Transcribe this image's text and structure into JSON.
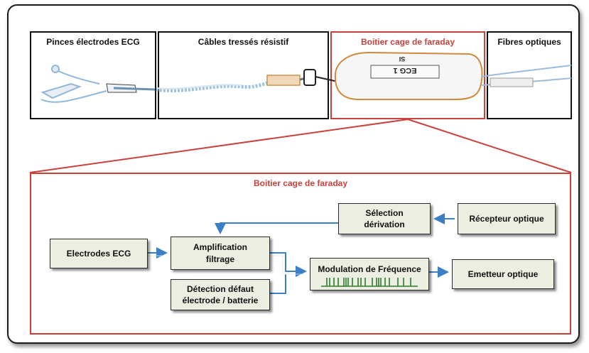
{
  "top_panels": [
    {
      "title": "Pinces électrodes ECG"
    },
    {
      "title": "Câbles tressés résistif"
    },
    {
      "title": "Boitier cage de faraday"
    },
    {
      "title": "Fibres optiques"
    }
  ],
  "device_label": "ECG 1",
  "device_sublabel": "SI",
  "block_diagram": {
    "title": "Boitier cage de faraday",
    "blocks": {
      "electrodes": "Electrodes ECG",
      "amplification": "Amplification\nfiltrage",
      "detection": "Détection défaut\nélectrode / batterie",
      "selection": "Sélection\ndérivation",
      "recepteur": "Récepteur  optique",
      "modulation": "Modulation de Fréquence",
      "emetteur": "Emetteur optique"
    }
  },
  "colors": {
    "accent_red": "#c9413b",
    "arrow_blue": "#3b7fc4",
    "box_fill": "#eceee2",
    "pulse_green": "#2e7a2e"
  }
}
